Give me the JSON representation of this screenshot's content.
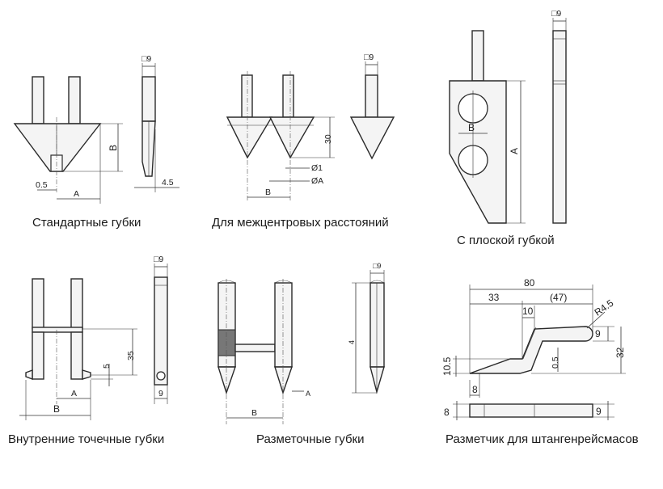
{
  "captions": {
    "standard": "Стандартные губки",
    "center_distance": "Для межцентровых расстояний",
    "flat": "С плоской губкой",
    "inner_point": "Внутренние точечные губки",
    "marking": "Разметочные губки",
    "height_gauge": "Разметчик для штангенрейсмасов"
  },
  "dims": {
    "sq9": "□9",
    "a": "A",
    "b": "B",
    "v05": "0.5",
    "v45": "4.5",
    "v30": "30",
    "d1": "Ø1",
    "dA": "ØA",
    "v35": "35",
    "v5": "5",
    "v9": "9",
    "v80": "80",
    "v33": "33",
    "v47": "(47)",
    "v10": "10",
    "r45": "R4.5",
    "v32": "32",
    "v105": "10.5",
    "v8": "8",
    "w": "4"
  }
}
